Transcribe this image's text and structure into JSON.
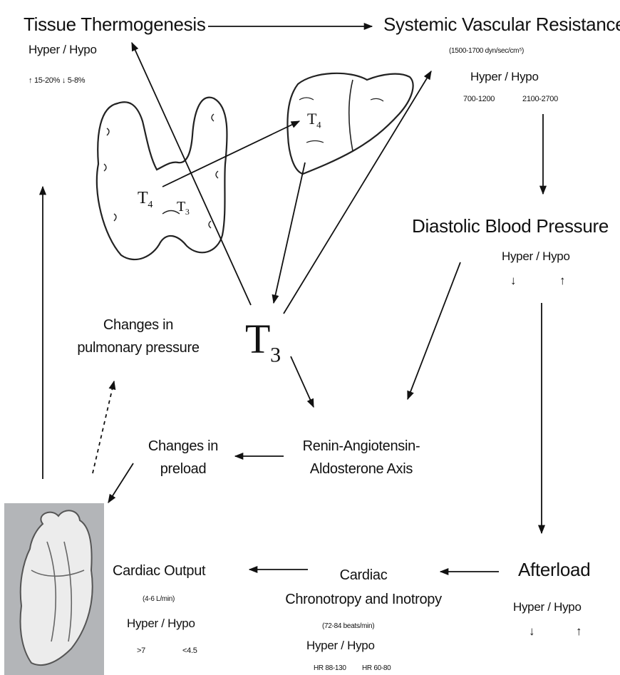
{
  "tissue_thermogenesis": {
    "title": "Tissue Thermogenesis",
    "hyper_hypo": "Hyper  / Hypo",
    "values": "↑ 15-20%  ↓ 5-8%"
  },
  "svr": {
    "title": "Systemic Vascular Resistance",
    "range": "(1500-1700 dyn/sec/cm⁵)",
    "hyper_hypo": "Hyper  /  Hypo",
    "hyper_value": "700-1200",
    "hypo_value": "2100-2700"
  },
  "dbp": {
    "title": "Diastolic Blood Pressure",
    "hyper_hypo": "Hyper  / Hypo",
    "hyper_arrow": "↓",
    "hypo_arrow": "↑"
  },
  "thyroid": {
    "t4": "T",
    "t4_sub": "4",
    "t3": "T",
    "t3_sub": "3"
  },
  "liver": {
    "t4": "T",
    "t4_sub": "4"
  },
  "central": {
    "t3": "T",
    "t3_sub": "3"
  },
  "pulmonary": {
    "line1": "Changes in",
    "line2": "pulmonary pressure"
  },
  "preload": {
    "line1": "Changes in",
    "line2": "preload"
  },
  "raas": {
    "line1": "Renin-Angiotensin-",
    "line2": "Aldosterone Axis"
  },
  "cardiac_output": {
    "title": "Cardiac Output",
    "range": "(4-6 L/min)",
    "hyper_hypo": "Hyper / Hypo",
    "hyper_value": ">7",
    "hypo_value": "<4.5"
  },
  "chronotropy": {
    "line1": "Cardiac",
    "line2": "Chronotropy and Inotropy",
    "range": "(72-84 beats/min)",
    "hyper_hypo": "Hyper  /  Hypo",
    "hyper_value": "HR 88-130",
    "hypo_value": "HR 60-80"
  },
  "afterload": {
    "title": "Afterload",
    "hyper_hypo": "Hyper /  Hypo",
    "hyper_arrow": "↓",
    "hypo_arrow": "↑"
  },
  "colors": {
    "ink": "#111111",
    "heart_bg": "#b3b5b8"
  }
}
